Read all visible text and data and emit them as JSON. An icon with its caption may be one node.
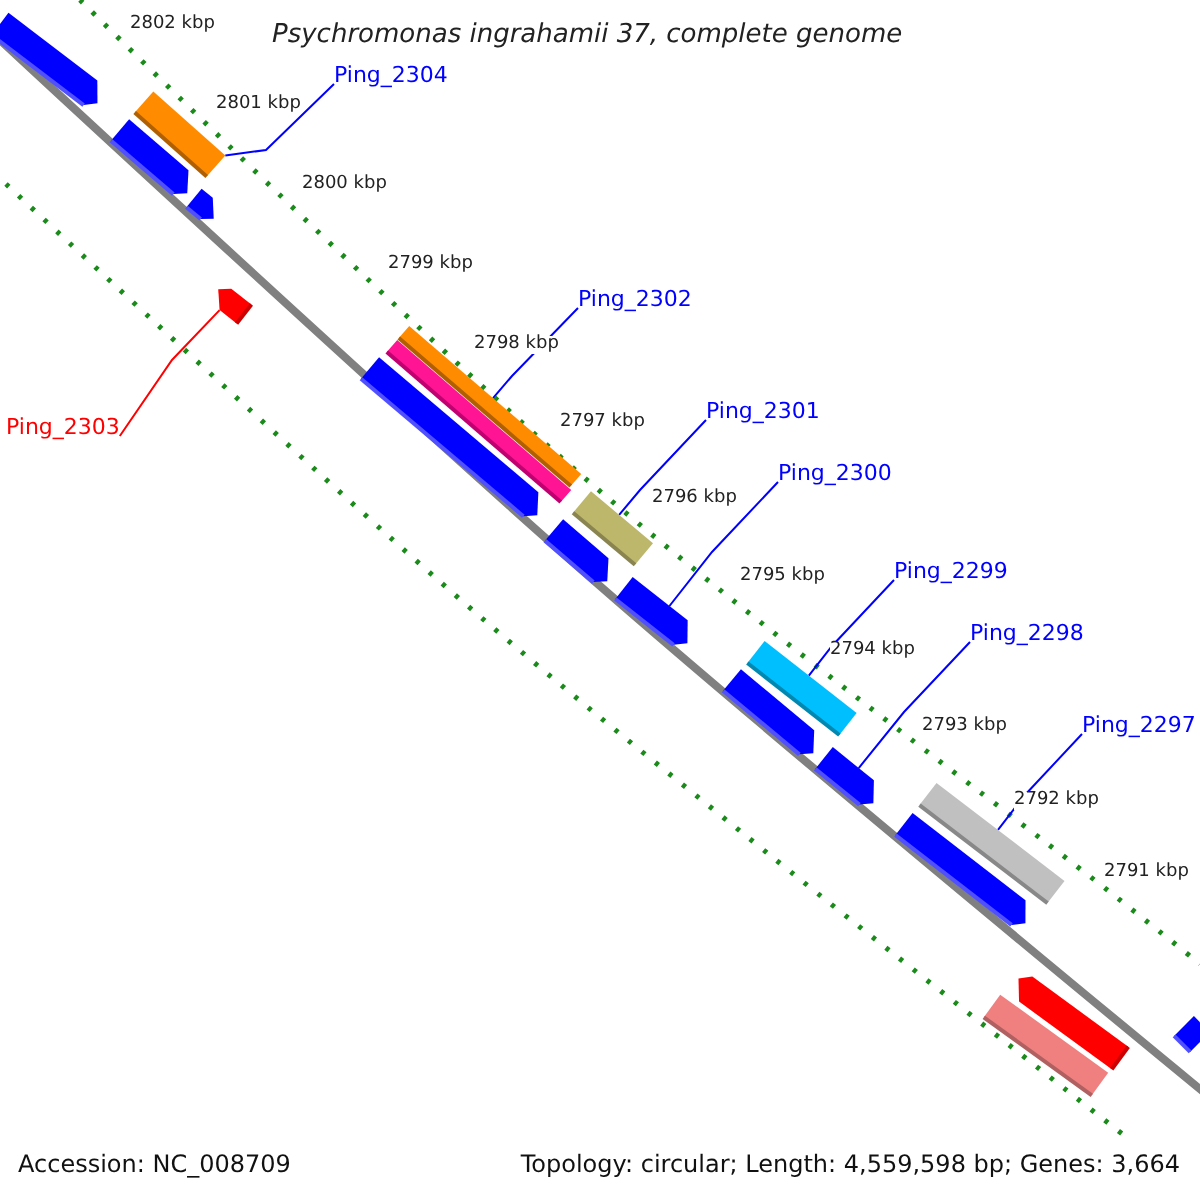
{
  "diagram": {
    "title": "Psychromonas ingrahamii 37, complete genome",
    "nodes": [
      {
        "text": [
          "Ping_2304"
        ]
      },
      {
        "text": [
          "Ping_2302"
        ]
      },
      {
        "text": [
          "Ping_2301"
        ]
      },
      {
        "text": [
          "Ping_2303"
        ]
      },
      {
        "text": [
          "Ping_2300"
        ]
      },
      {
        "text": [
          "Ping_2299"
        ]
      },
      {
        "text": [
          "Ping_2298"
        ]
      },
      {
        "text": [
          "Ping_2297"
        ]
      },
      {
        "text": [],
        "shape": "bar"
      },
      {
        "text": [],
        "shape": "bar"
      },
      {
        "text": [],
        "shape": "bar"
      },
      {
        "text": [],
        "shape": "bar"
      },
      {
        "text": [],
        "shape": "bar"
      },
      {
        "text": [],
        "shape": "bar"
      },
      {
        "text": [],
        "shape": "bar"
      },
      {
        "text": [],
        "shape": "bar"
      }
    ],
    "edges": [
      {
        "from": 0,
        "to": 8,
        "arrow": "none"
      },
      {
        "from": 1,
        "to": 10,
        "arrow": "none"
      },
      {
        "from": 2,
        "to": 11,
        "arrow": "none"
      },
      {
        "from": 3,
        "to": 9,
        "arrow": "none",
        "color": "#ff0000"
      },
      {
        "from": 4,
        "to": 12,
        "arrow": "none"
      },
      {
        "from": 5,
        "to": 13,
        "arrow": "none"
      },
      {
        "from": 6,
        "to": 14,
        "arrow": "none"
      },
      {
        "from": 7,
        "to": 15,
        "arrow": "none"
      }
    ],
    "labels": [
      "2802 kbp",
      "2801 kbp",
      "2800 kbp",
      "2799 kbp",
      "2798 kbp",
      "2797 kbp",
      "2796 kbp",
      "2795 kbp",
      "2794 kbp",
      "2793 kbp",
      "2792 kbp",
      "2791 kbp",
      "Accession: NC_008709",
      "Topology: circular; Length: 4,559,598 bp; Genes: 3,664"
    ]
  }
}
